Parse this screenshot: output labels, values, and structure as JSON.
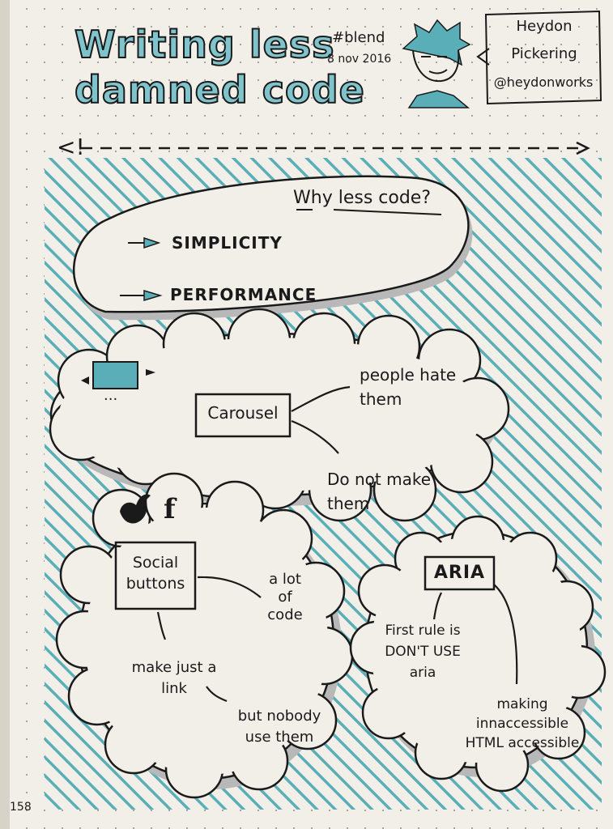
{
  "title": {
    "line1": "Writing less",
    "line2": "damned code"
  },
  "event": {
    "tag": "#blend",
    "date": "8 nov 2016"
  },
  "speaker": {
    "first": "Heydon",
    "last": "Pickering",
    "handle": "@heydonworks"
  },
  "html_comment_open": "<!",
  "why": {
    "question": "Why less code?",
    "reasons": [
      "SIMPLICITY",
      "PERFORMANCE"
    ]
  },
  "carousel": {
    "label": "Carousel",
    "notes": [
      "people hate them",
      "Do not make them"
    ],
    "ellipsis": "..."
  },
  "social": {
    "label": "Social buttons",
    "icon_letter": "f",
    "notes": [
      "a lot of code",
      "make just a link",
      "but nobody use them"
    ]
  },
  "aria": {
    "label": "ARIA",
    "notes": [
      "First rule is DON'T USE aria",
      "making innaccessible HTML accessible"
    ]
  },
  "page_number": "158",
  "colors": {
    "paper": "#f2efe9",
    "teal": "#5aaeb8",
    "ink": "#1a1a1a"
  }
}
